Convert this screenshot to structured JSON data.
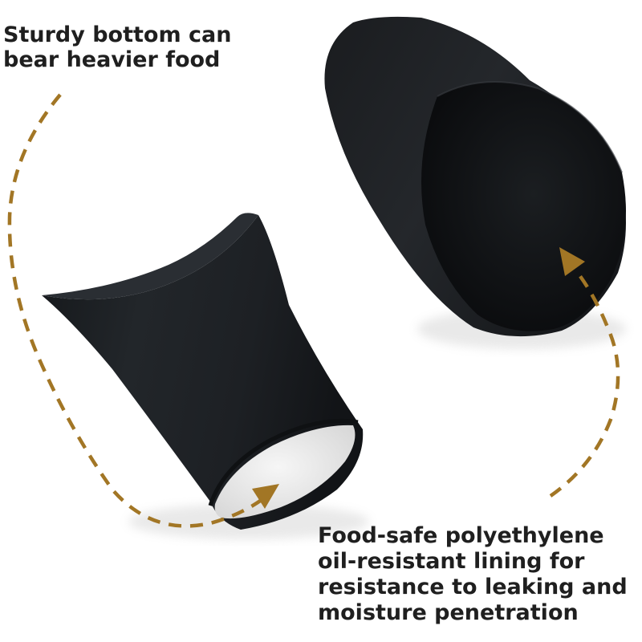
{
  "colors": {
    "background": "#ffffff",
    "cup_black": "#1e2124",
    "cup_shadow": "#101215",
    "cup_inner": "#0d0f11",
    "cup_bottom_paper": "#eeeeee",
    "arrow_gold": "#a27625",
    "text": "#1f1f1f"
  },
  "captions": {
    "sturdy_bottom": {
      "line1": "Sturdy bottom can",
      "line2": "bear heavier food"
    },
    "lining": {
      "line1": "Food-safe polyethylene",
      "line2": "oil-resistant lining for",
      "line3": "resistance to leaking and",
      "line4": "moisture penetration"
    }
  },
  "objects": {
    "left_cup": "black-paper-cup-tilted-showing-white-bottom",
    "right_cup": "black-paper-cup-tilted-showing-open-inside",
    "left_arrow": "dashed-curved-arrow-to-cup-bottom",
    "right_arrow": "dashed-curved-arrow-to-cup-inside"
  }
}
